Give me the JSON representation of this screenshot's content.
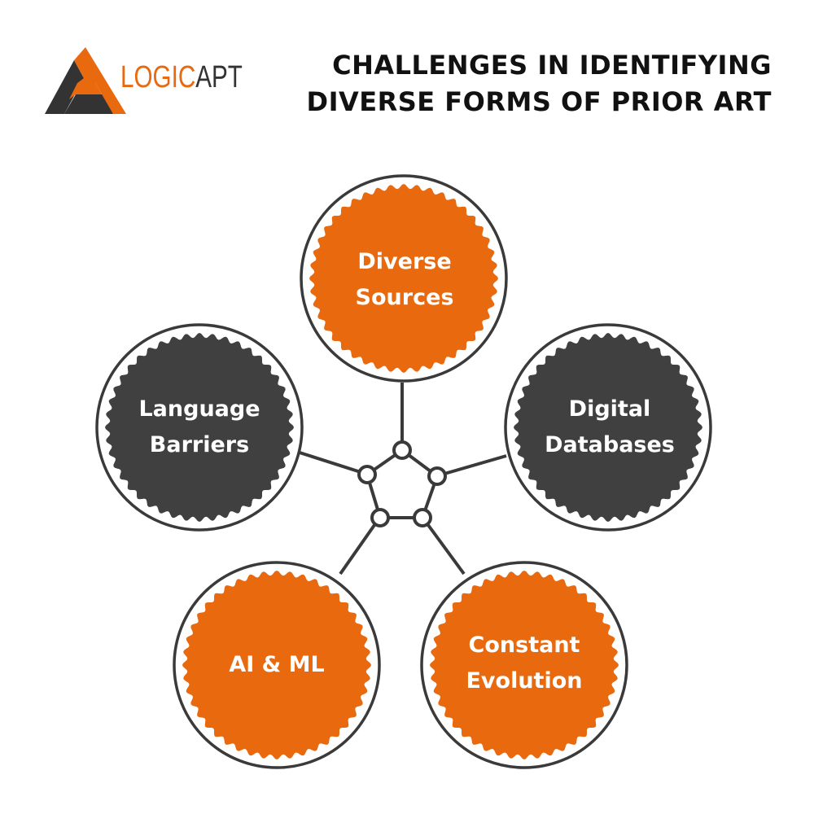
{
  "logo": {
    "name_part1": "LOGIC",
    "name_part2": "APT",
    "icon": "triangle-logo-icon"
  },
  "header": {
    "title_line1": "CHALLENGES IN IDENTIFYING",
    "title_line2": "DIVERSE FORMS OF PRIOR ART"
  },
  "colors": {
    "accent_orange": "#e8690e",
    "dark_gray": "#404040",
    "line": "#3a3a3a",
    "background": "#ffffff"
  },
  "diagram": {
    "hub": "pentagon-connector",
    "nodes": [
      {
        "line1": "Diverse",
        "line2": "Sources",
        "color": "orange"
      },
      {
        "line1": "Language",
        "line2": "Barriers",
        "color": "dark"
      },
      {
        "line1": "Digital",
        "line2": "Databases",
        "color": "dark"
      },
      {
        "line1": "AI & ML",
        "line2": "",
        "color": "orange"
      },
      {
        "line1": "Constant",
        "line2": "Evolution",
        "color": "orange"
      }
    ]
  }
}
